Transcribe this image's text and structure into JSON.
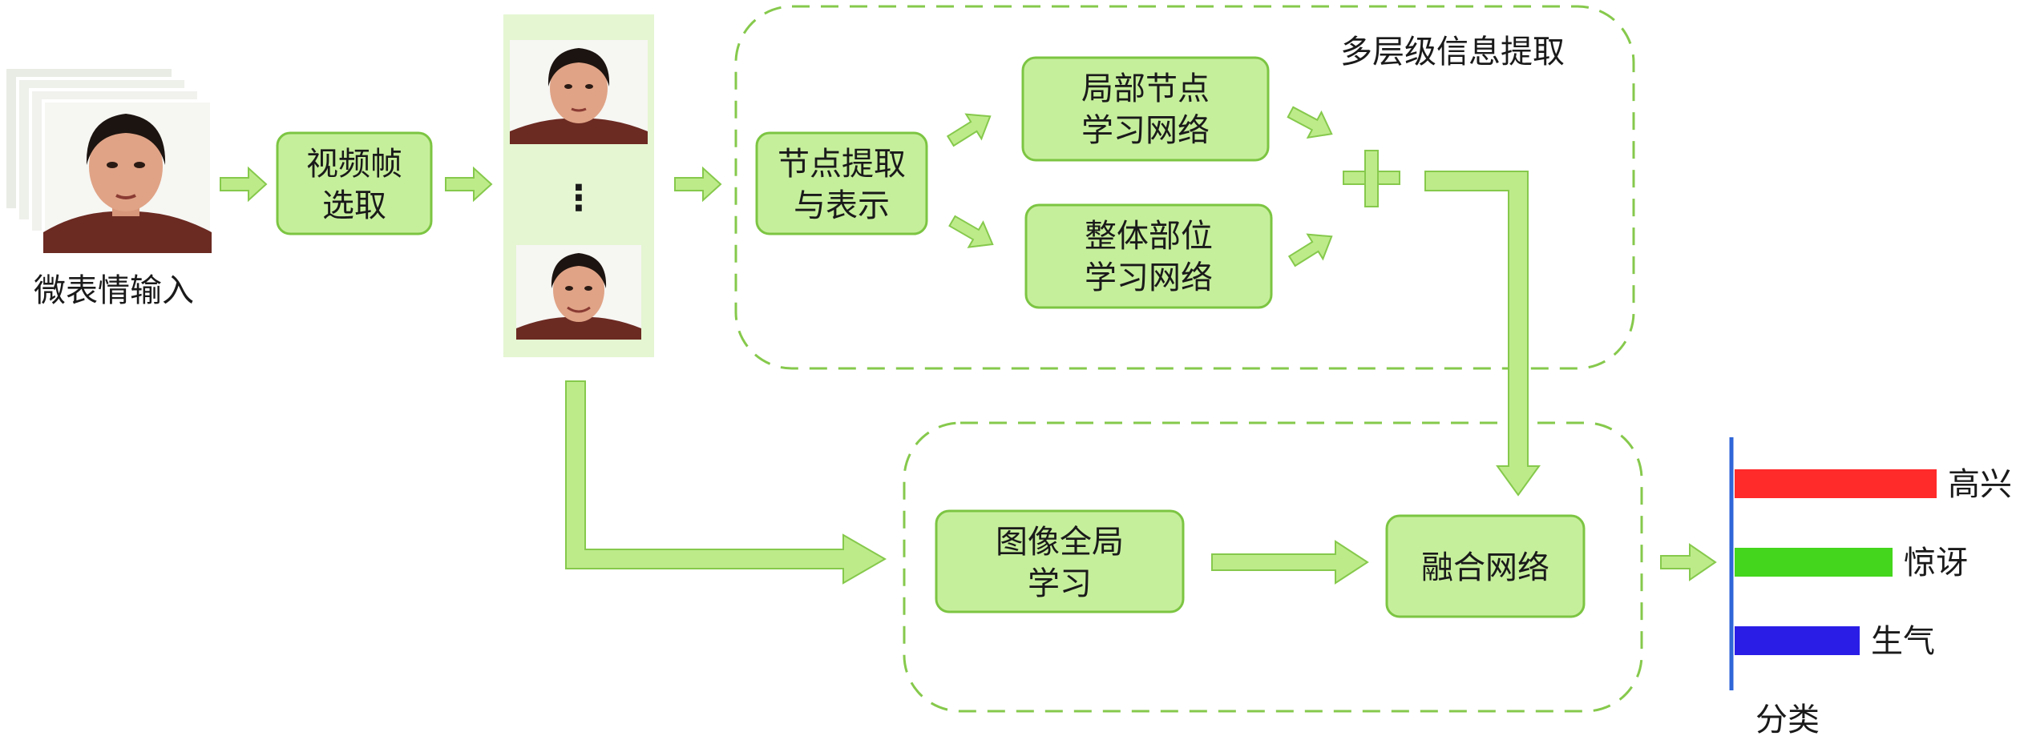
{
  "input_label": "微表情输入",
  "boxes": {
    "frame_select": [
      "视频帧",
      "选取"
    ],
    "node_extract": [
      "节点提取",
      "与表示"
    ],
    "local_node": [
      "局部节点",
      "学习网络"
    ],
    "whole_part": [
      "整体部位",
      "学习网络"
    ],
    "global_image": [
      "图像全局",
      "学习"
    ],
    "fusion": "融合网络"
  },
  "frames_ellipsis": "⋮",
  "multi_level_title": "多层级信息提取",
  "plus_symbol": "+",
  "classification_label": "分类",
  "chart_data": {
    "type": "bar",
    "categories": [
      "高兴",
      "惊讶",
      "生气"
    ],
    "values": [
      1.0,
      0.78,
      0.62
    ],
    "colors": [
      "#ff2a2a",
      "#44d61c",
      "#2a1ee6"
    ],
    "xlabel": "分类"
  },
  "colors": {
    "box_fill": "#c6ef9c",
    "box_stroke": "#7cc542",
    "arrow_fill": "#bdeb8a",
    "arrow_stroke": "#86c94c",
    "dash_stroke": "#86c94c",
    "frames_panel": "#e4f6d2",
    "axis_line": "#2f66d8"
  }
}
